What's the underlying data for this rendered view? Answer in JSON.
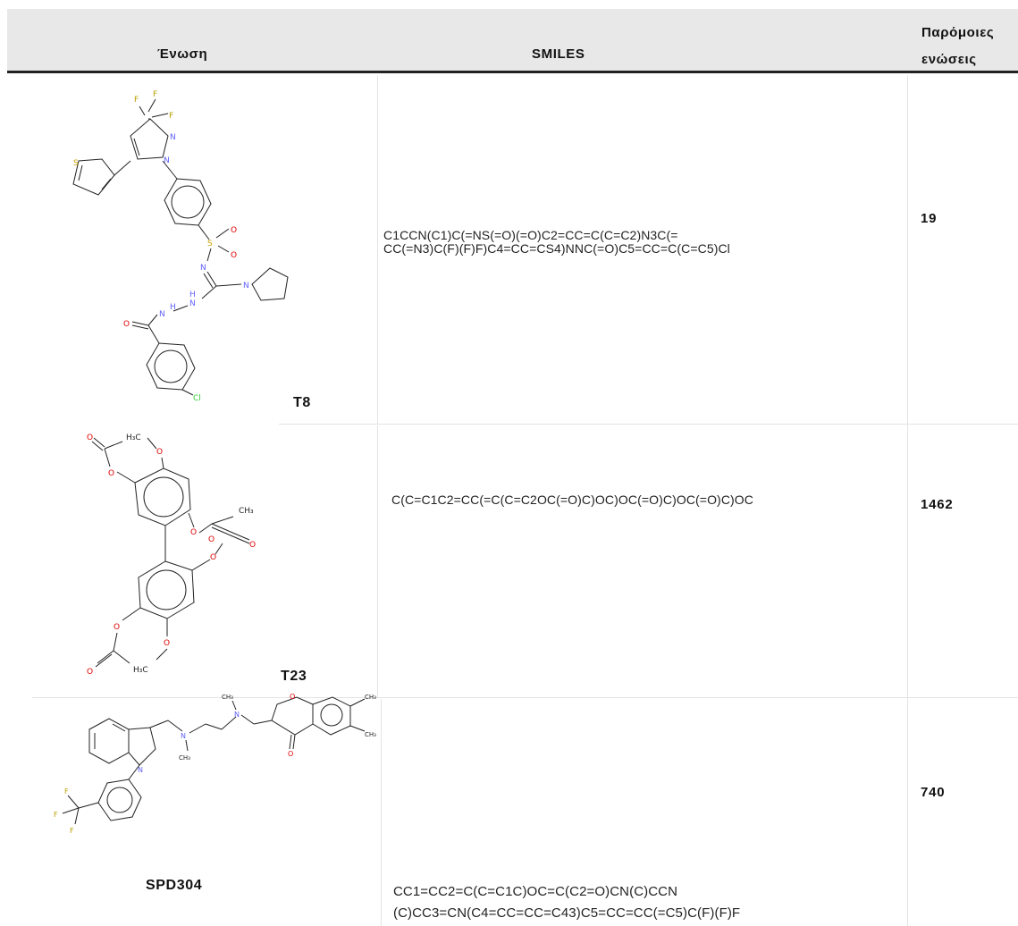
{
  "table": {
    "headers": {
      "compound": "Ένωση",
      "smiles": "SMILES",
      "similar_line1": "Παρόμοιες",
      "similar_line2": "ενώσεις"
    },
    "rows": [
      {
        "name": "T8",
        "smiles_line1": "C1CCN(C1)C(=NS(=O)(=O)C2=CC=C(C=C2)N3C(=",
        "smiles_line2": "CC(=N3)C(F)(F)F)C4=CC=CS4)NNC(=O)C5=CC=C(C=C5)Cl",
        "similar": "19"
      },
      {
        "name": "T23",
        "smiles_line1": "C(C=C1C2=CC(=C(C=C2OC(=O)C)OC)OC(=O)C)OC(=O)C)OC",
        "similar": "1462"
      },
      {
        "name": "SPD304",
        "smiles_line1": "CC1=CC2=C(C=C1C)OC=C(C2=O)CN(C)CCN",
        "smiles_line2": "(C)CC3=CN(C4=CC=CC=C43)C5=CC=CC(=C5)C(F)(F)F",
        "similar": "740"
      }
    ]
  },
  "structure_labels": {
    "t8": {
      "f1": "F",
      "f2": "F",
      "f3": "F",
      "n1": "N",
      "n2": "N",
      "s_thio": "S",
      "s_sulf": "S",
      "o1": "O",
      "o2": "O",
      "n3": "N",
      "n_pyr": "N",
      "nh1": "H",
      "nh1n": "N",
      "nh2": "H",
      "nh2n": "N",
      "o3": "O",
      "cl": "Cl"
    },
    "t23": {
      "o1": "O",
      "o2": "O",
      "ch3a": "H₃C",
      "oa": "O",
      "o3": "O",
      "ch3b": "CH₃",
      "o4": "O",
      "o5": "O",
      "o6": "O",
      "o7": "O",
      "o8": "O",
      "ch3c": "H₃C",
      "ob": "O"
    },
    "spd": {
      "f1": "F",
      "f2": "F",
      "f3": "F",
      "n1": "N",
      "n2": "N",
      "ch3a": "CH₃",
      "n3": "N",
      "ch3b": "CH₃",
      "o1": "O",
      "o2": "O",
      "ch3c": "CH₃",
      "ch3d": "CH₃"
    }
  },
  "colors": {
    "header_bg": "#e8e8e8",
    "rule": "#222222",
    "grid": "#e3e3e3",
    "oxygen": "#e00000",
    "nitrogen": "#6060ff",
    "sulfur": "#c8a000",
    "fluorine": "#b8a000",
    "chlorine": "#33cc33"
  }
}
